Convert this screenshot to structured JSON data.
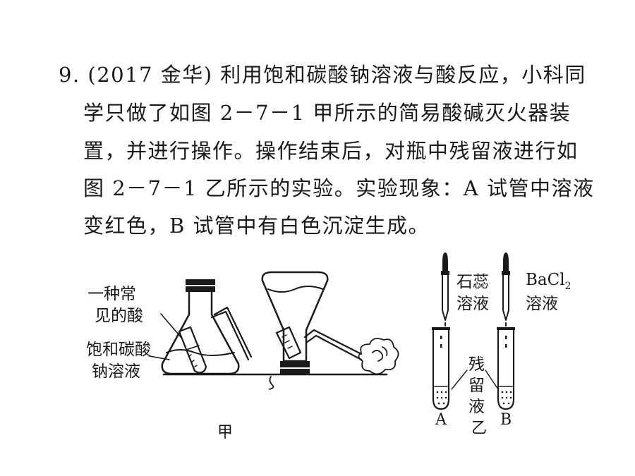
{
  "question": {
    "lines": [
      "9. (2017 金华) 利用饱和碳酸钠溶液与酸反应，小科同",
      "学只做了如图 2－7－1 甲所示的简易酸碱灭火器装",
      "置，并进行操作。操作结束后，对瓶中残留液进行如",
      "图 2－7－1 乙所示的实验。实验现象：A 试管中溶液",
      "变红色，B 试管中有白色沉淀生成。"
    ]
  },
  "figure_jia": {
    "label_acid_1": "一种常",
    "label_acid_2": "见的酸",
    "label_na2co3_1": "饱和碳酸",
    "label_na2co3_2": "钠溶液",
    "caption": "甲"
  },
  "figure_yi": {
    "litmus_1": "石蕊",
    "litmus_2": "溶液",
    "bacl2_main": "BaCl",
    "bacl2_sub": "2",
    "bacl2_2": "溶液",
    "residue_1": "残",
    "residue_2": "留",
    "residue_3": "液",
    "tube_a": "A",
    "tube_b": "B",
    "caption": "乙"
  }
}
